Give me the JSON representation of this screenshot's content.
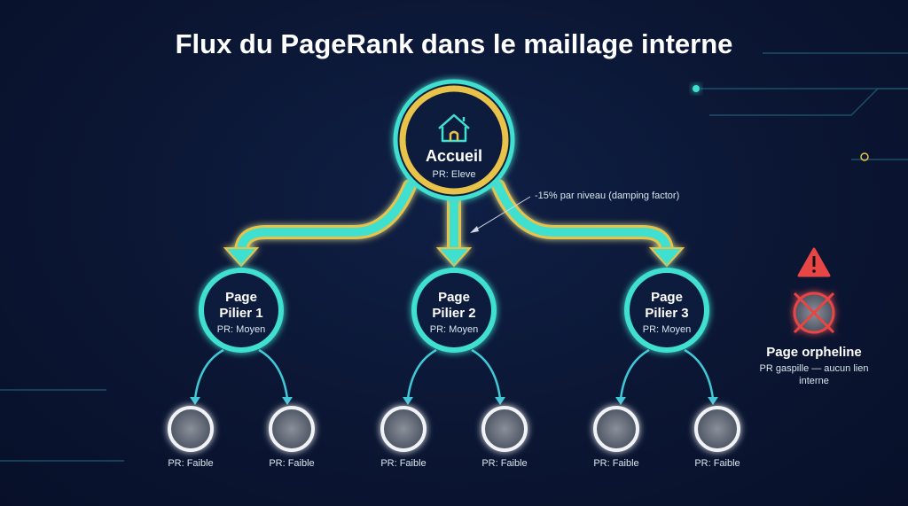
{
  "title": "Flux du PageRank dans le maillage interne",
  "root": {
    "label": "Accueil",
    "pr": "PR: Eleve",
    "icon": "house-icon"
  },
  "annotation": "-15% par niveau (damping factor)",
  "pillars": [
    {
      "line1": "Page",
      "line2": "Pilier 1",
      "pr": "PR: Moyen"
    },
    {
      "line1": "Page",
      "line2": "Pilier 2",
      "pr": "PR: Moyen"
    },
    {
      "line1": "Page",
      "line2": "Pilier 3",
      "pr": "PR: Moyen"
    }
  ],
  "leaves": [
    "PR: Faible",
    "PR: Faible",
    "PR: Faible",
    "PR: Faible",
    "PR: Faible",
    "PR: Faible"
  ],
  "orphan": {
    "title": "Page orpheline",
    "desc1": "PR gaspille — aucun lien",
    "desc2": "interne",
    "icon": "warning-icon"
  },
  "colors": {
    "teal": "#3fe0d0",
    "gold": "#e8c24a",
    "red": "#e84545",
    "bg": "#0b1633"
  }
}
